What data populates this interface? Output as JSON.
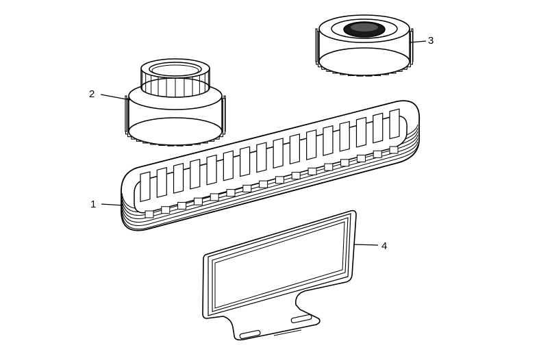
{
  "diagram": {
    "callouts": [
      {
        "id": "chain",
        "label": "1"
      },
      {
        "id": "drive-sprocket",
        "label": "2"
      },
      {
        "id": "driven-sprocket",
        "label": "3"
      },
      {
        "id": "chain-guide",
        "label": "4"
      }
    ],
    "colors": {
      "stroke": "#000000",
      "fill": "#ffffff",
      "shade": "#bfbfbf",
      "dark": "#1a1a1a"
    }
  }
}
